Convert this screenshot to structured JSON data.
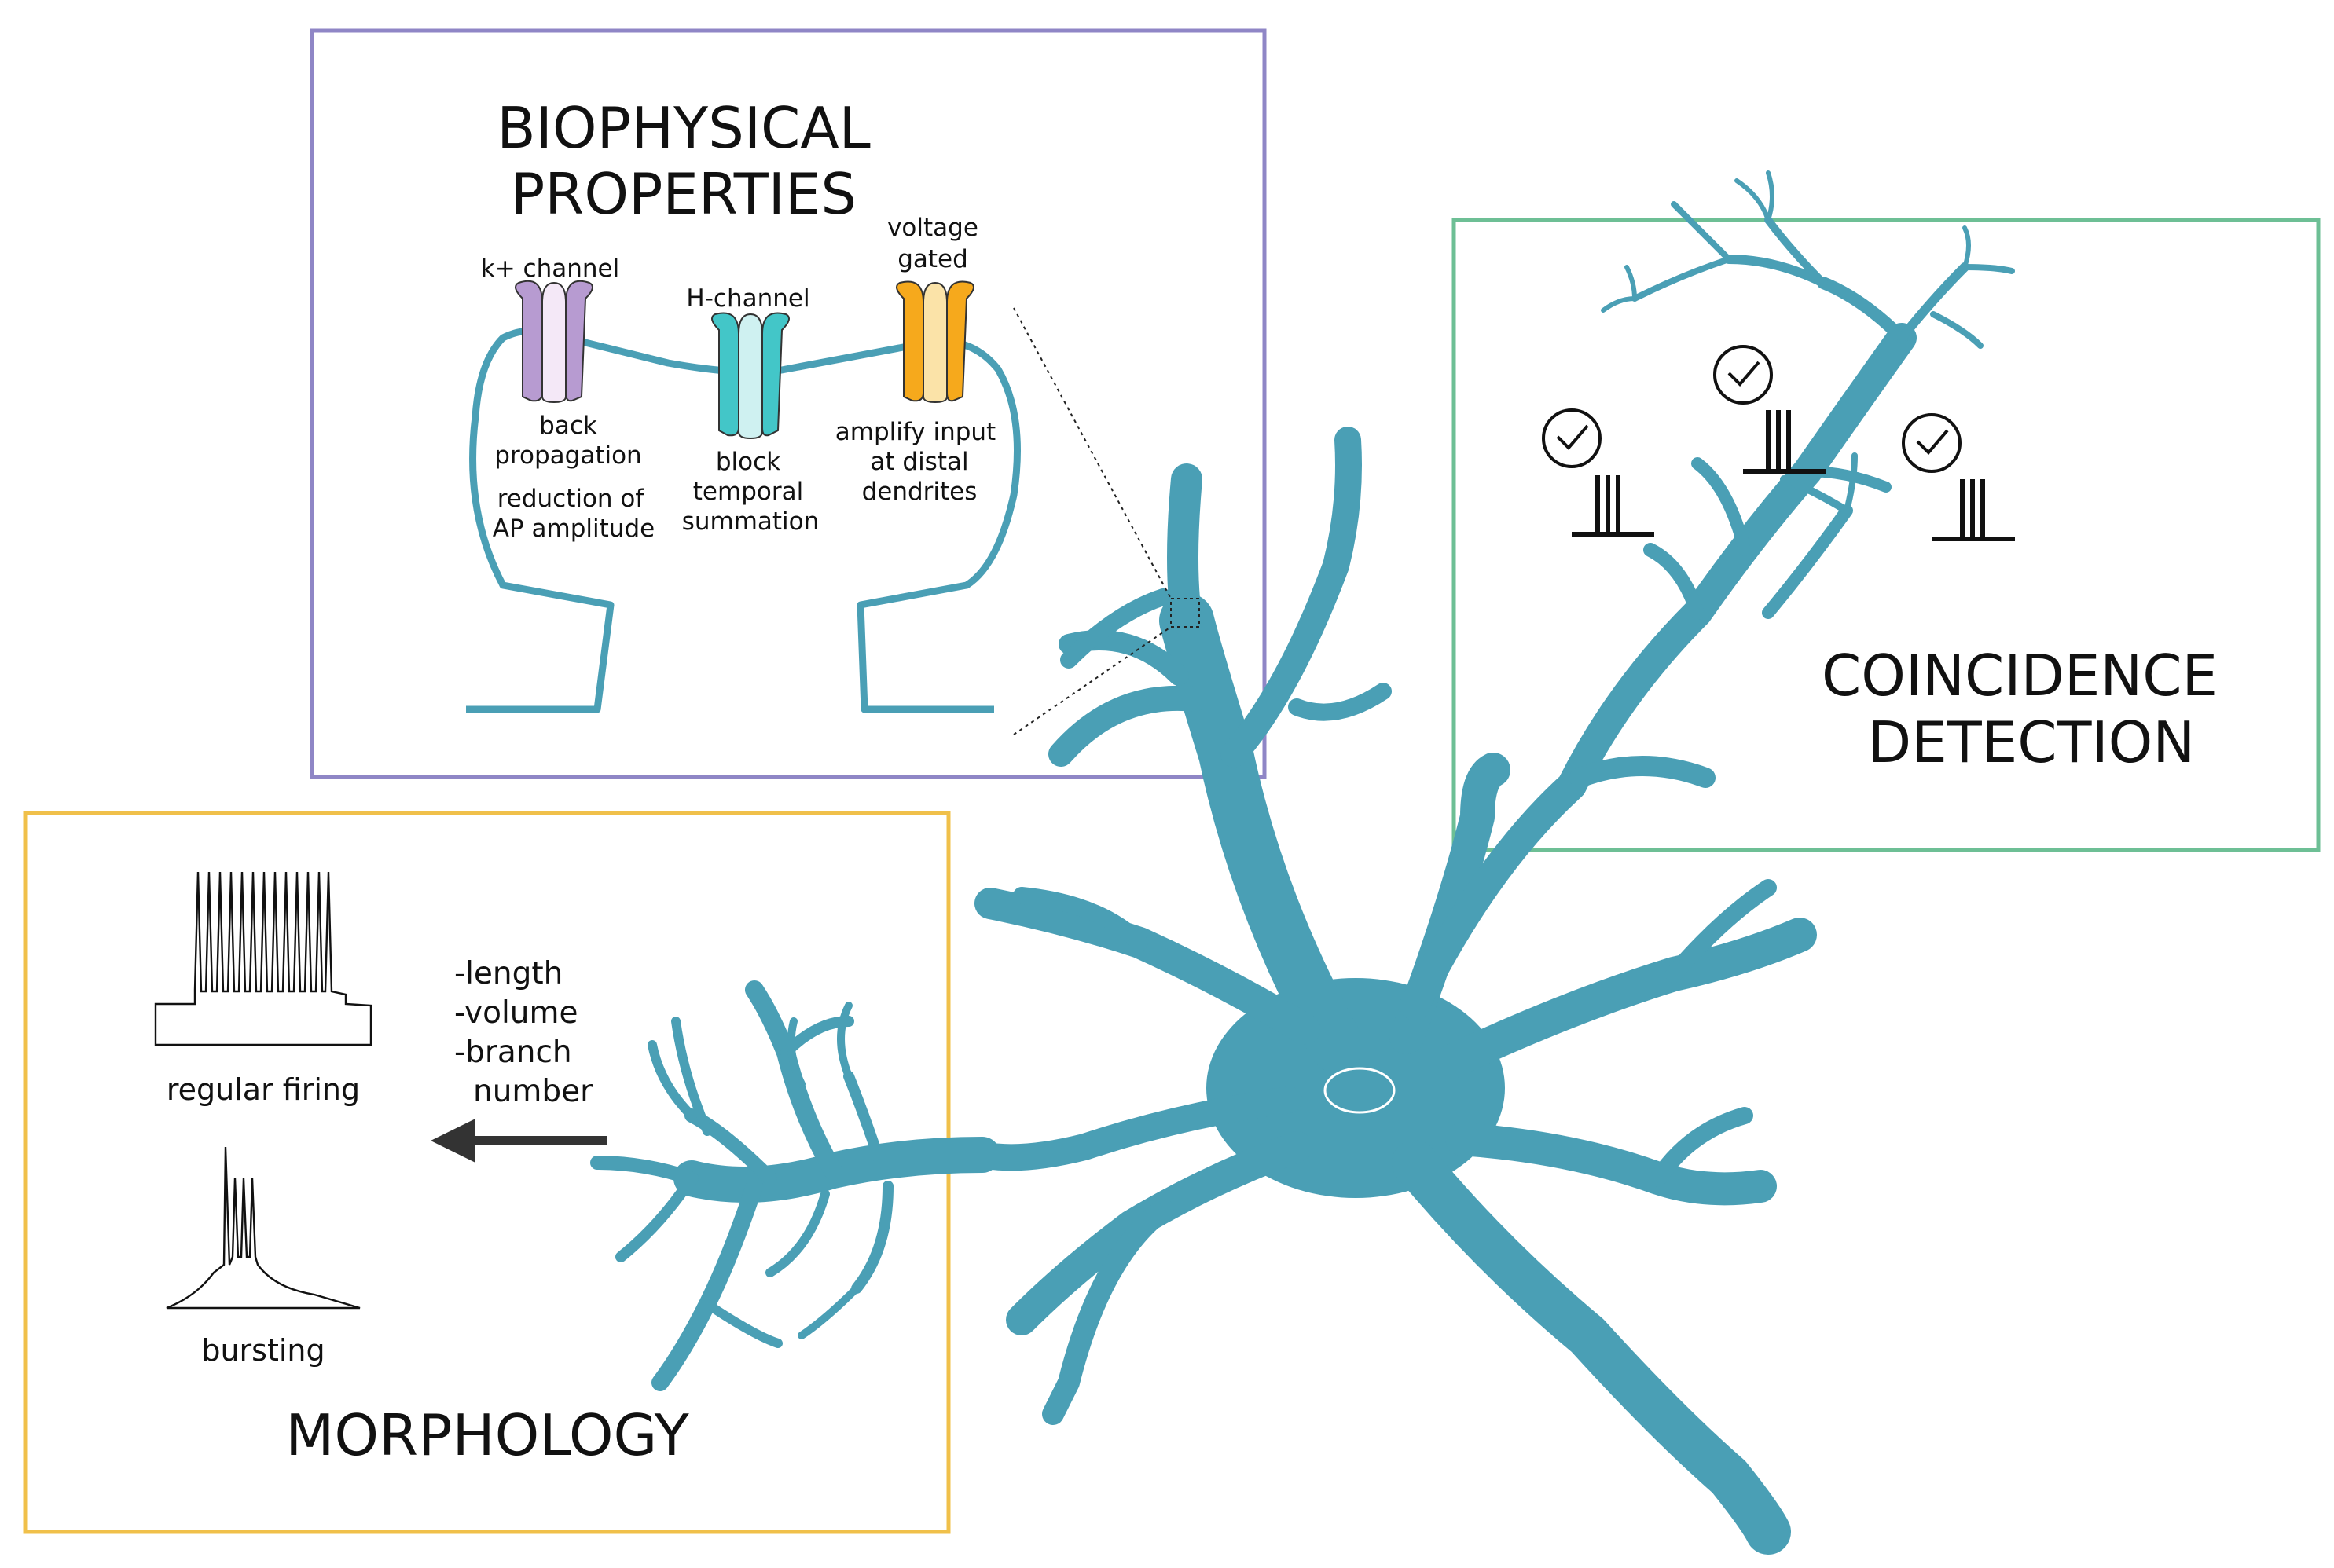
{
  "colors": {
    "neuron": "#4A9FB5",
    "biophysical_frame": "#8F86C6",
    "coincidence_frame": "#6DBF95",
    "morphology_frame": "#F0C04A",
    "k_channel": "#B79BD1",
    "h_channel": "#43C6C8",
    "voltage_gated": "#F6A91C"
  },
  "biophysical": {
    "title_line1": "BIOPHYSICAL",
    "title_line2": "PROPERTIES",
    "k_channel": {
      "label": "k+ channel",
      "effect_line1": "back",
      "effect_line2": "propagation",
      "effect_line3": "reduction of",
      "effect_line4": "AP amplitude"
    },
    "h_channel": {
      "label": "H-channel",
      "effect_line1": "block",
      "effect_line2": "temporal",
      "effect_line3": "summation"
    },
    "voltage_gated": {
      "label_line1": "voltage",
      "label_line2": "gated",
      "effect_line1": "amplify input",
      "effect_line2": "at distal",
      "effect_line3": "dendrites"
    }
  },
  "coincidence": {
    "title_line1": "COINCIDENCE",
    "title_line2": "DETECTION",
    "icons": [
      "clock-icon",
      "clock-icon",
      "clock-icon"
    ]
  },
  "morphology": {
    "title": "MORPHOLOGY",
    "features": [
      "-length",
      "-volume",
      "-branch",
      "number"
    ],
    "traces": {
      "regular_label": "regular firing",
      "bursting_label": "bursting"
    }
  }
}
